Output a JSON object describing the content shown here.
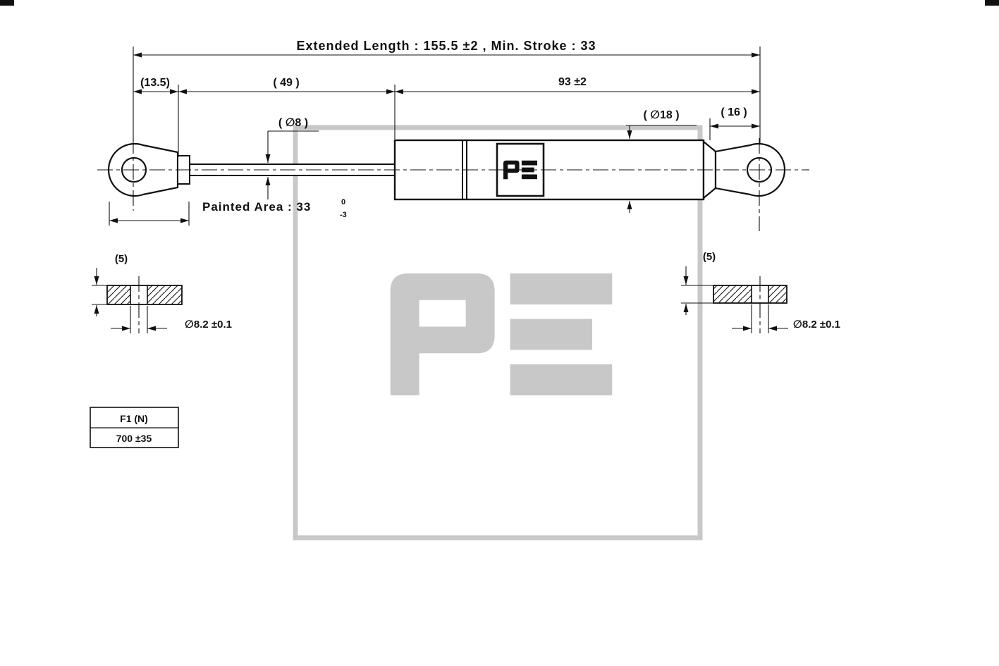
{
  "colors": {
    "line": "#111111",
    "watermark": "#c8c8c8",
    "background": "#ffffff"
  },
  "icons": {
    "logo": "pe-logo"
  },
  "main_view": {
    "extended_length": "Extended Length : 155.5 ±2 ,  Min. Stroke : 33",
    "dim_13_5": "(13.5)",
    "dim_49": "( 49 )",
    "dim_93": "93 ±2",
    "rod_diameter": "( ∅8 )",
    "body_diameter": "( ∅18 )",
    "eyelet_length": "( 16 )",
    "painted_area": "Painted Area : 33",
    "painted_area_tol_upper": "0",
    "painted_area_tol_lower": "-3"
  },
  "left_eyelet_detail": {
    "thickness": "(5)",
    "hole_diameter": "∅8.2 ±0.1"
  },
  "right_eyelet_detail": {
    "thickness": "(5)",
    "hole_diameter": "∅8.2 ±0.1"
  },
  "force_table": {
    "header": "F1 (N)",
    "value": "700 ±35"
  }
}
